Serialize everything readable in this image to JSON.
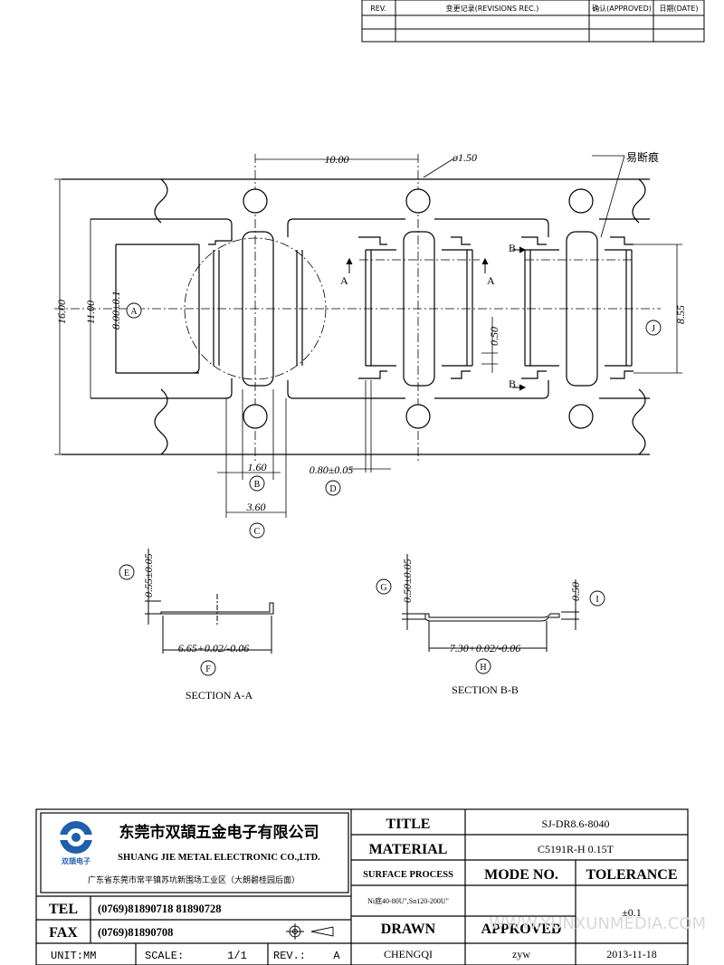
{
  "revision_table": {
    "headers": [
      "REV.",
      "变更记录(REVISIONS REC.)",
      "确认(APPROVED)",
      "日期(DATE)"
    ]
  },
  "drawing": {
    "dims": {
      "pitch": "10.00",
      "hole_dia": "ø1.50",
      "break_mark": "易断痕",
      "width_16": "16.00",
      "width_11": "11.00",
      "width_8": "8.00±0.1",
      "width_855": "8.55",
      "slot_050": "0.50",
      "d160": "1.60",
      "d360": "3.60",
      "d080": "0.80±0.05"
    },
    "labels": {
      "A": "A",
      "B": "B",
      "C": "C",
      "D": "D",
      "E": "E",
      "F": "F",
      "G": "G",
      "H": "H",
      "I": "I",
      "J": "J"
    },
    "section_aa": {
      "title": "SECTION A-A",
      "thickness": "0.55±0.05",
      "length": "6.65+0.02/-0.06"
    },
    "section_bb": {
      "title": "SECTION B-B",
      "thickness": "0.50±0.05",
      "offset": "0.50",
      "length": "7.30+0.02/-0.06"
    }
  },
  "title_block": {
    "company_cn": "东莞市双頡五金电子有限公司",
    "company_en": "SHUANG JIE METAL ELECTRONIC CO.,LTD.",
    "logo_text": "双頡电子",
    "address": "广东省东莞市常平镇苏坑新围场工业区（大朗碧桂园后面）",
    "tel_label": "TEL",
    "tel_value": "(0769)81890718  81890728",
    "fax_label": "FAX",
    "fax_value": "(0769)81890708",
    "unit_label": "UNIT:MM",
    "scale_label": "SCALE:",
    "scale_value": "1/1",
    "rev_label": "REV.:",
    "rev_value": "A",
    "title_label": "TITLE",
    "title_value": "SJ-DR8.6-8040",
    "material_label": "MATERIAL",
    "material_value": "C5191R-H 0.15T",
    "surface_label": "SURFACE PROCESS",
    "surface_value": "Ni底40-80U\",Sn120-200U\"",
    "mode_label": "MODE NO.",
    "tolerance_label": "TOLERANCE",
    "tolerance_value": "±0.1",
    "drawn_label": "DRAWN",
    "approved_label": "APPROVED",
    "drawn_value": "CHENGQI",
    "approved_value": "zyw",
    "date_value": "2013-11-18"
  },
  "watermark": "WWW.YUNXUNMEDIA.COM"
}
